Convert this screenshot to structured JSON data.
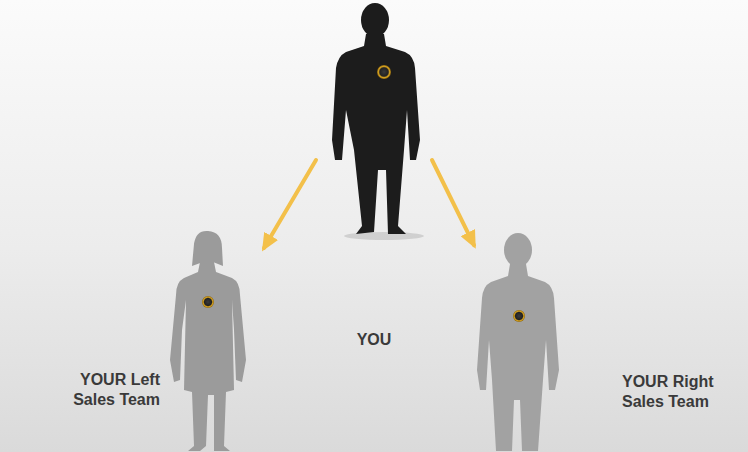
{
  "diagram": {
    "nodes": [
      {
        "text": [
          "YOU"
        ]
      },
      {
        "text": [
          "YOUR Left Sales Team"
        ]
      },
      {
        "text": [
          "YOUR Right Sales Team"
        ]
      }
    ],
    "edges": [
      {
        "from": 0,
        "to": 1,
        "arrow": "to"
      },
      {
        "from": 0,
        "to": 2,
        "arrow": "to"
      }
    ]
  }
}
